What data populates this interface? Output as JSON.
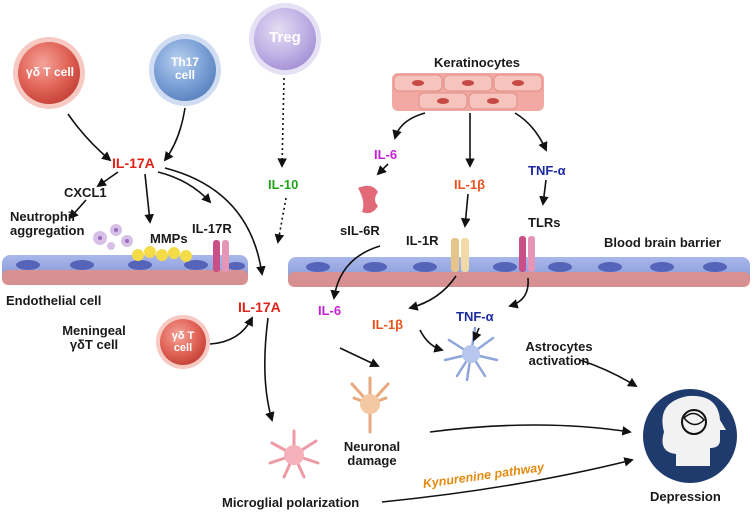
{
  "cells": {
    "gd_t_cell": "γδ T cell",
    "th17": [
      "Th17",
      "cell"
    ],
    "treg": "Treg",
    "meningeal_gd": [
      "γδ T",
      "cell"
    ]
  },
  "labels": {
    "keratinocytes": "Keratinocytes",
    "il17a_top": "IL-17A",
    "cxcl1": "CXCL1",
    "neutrophil": [
      "Neutrophil",
      "aggregation"
    ],
    "mmps": "MMPs",
    "il17r": "IL-17R",
    "il10": "IL-10",
    "il6_top": "IL-6",
    "il1b_top": "IL-1β",
    "tnfa_top": "TNF-α",
    "sil6r": "sIL-6R",
    "il1r": "IL-1R",
    "tlrs": "TLRs",
    "bbb": "Blood brain barrier",
    "endothelial": "Endothelial cell",
    "meningeal": [
      "Meningeal",
      "γδT cell"
    ],
    "il17a_mid": "IL-17A",
    "il6_mid": "IL-6",
    "il1b_mid": "IL-1β",
    "tnfa_mid": "TNF-α",
    "astro": [
      "Astrocytes",
      "activation"
    ],
    "neuronal": [
      "Neuronal",
      "damage"
    ],
    "microglial": "Microglial polarization",
    "kynurenine": "Kynurenine pathway",
    "depression": "Depression"
  },
  "colors": {
    "red": "#e2231a",
    "magenta": "#c41fd6",
    "orange": "#e8521c",
    "blue": "#1c2aa0",
    "green": "#22a31e",
    "kynurenine": "#e58b12"
  }
}
